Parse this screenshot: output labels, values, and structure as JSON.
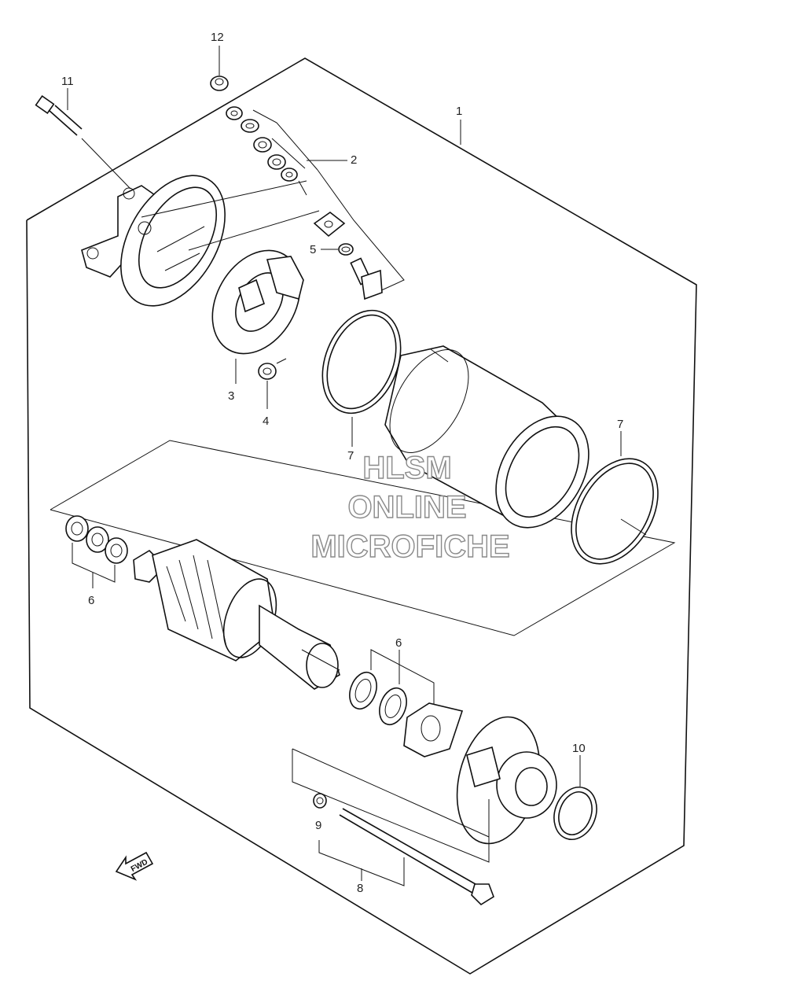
{
  "watermark": {
    "line1": "HLSM",
    "line2": "ONLINE",
    "line3": "MICROFICHE"
  },
  "fwd_label": "FWD",
  "callouts": {
    "c1": "1",
    "c2": "2",
    "c3": "3",
    "c4": "4",
    "c5": "5",
    "c6a": "6",
    "c6b": "6",
    "c7a": "7",
    "c7b": "7",
    "c8": "8",
    "c9": "9",
    "c10": "10",
    "c11": "11",
    "c12": "12"
  }
}
